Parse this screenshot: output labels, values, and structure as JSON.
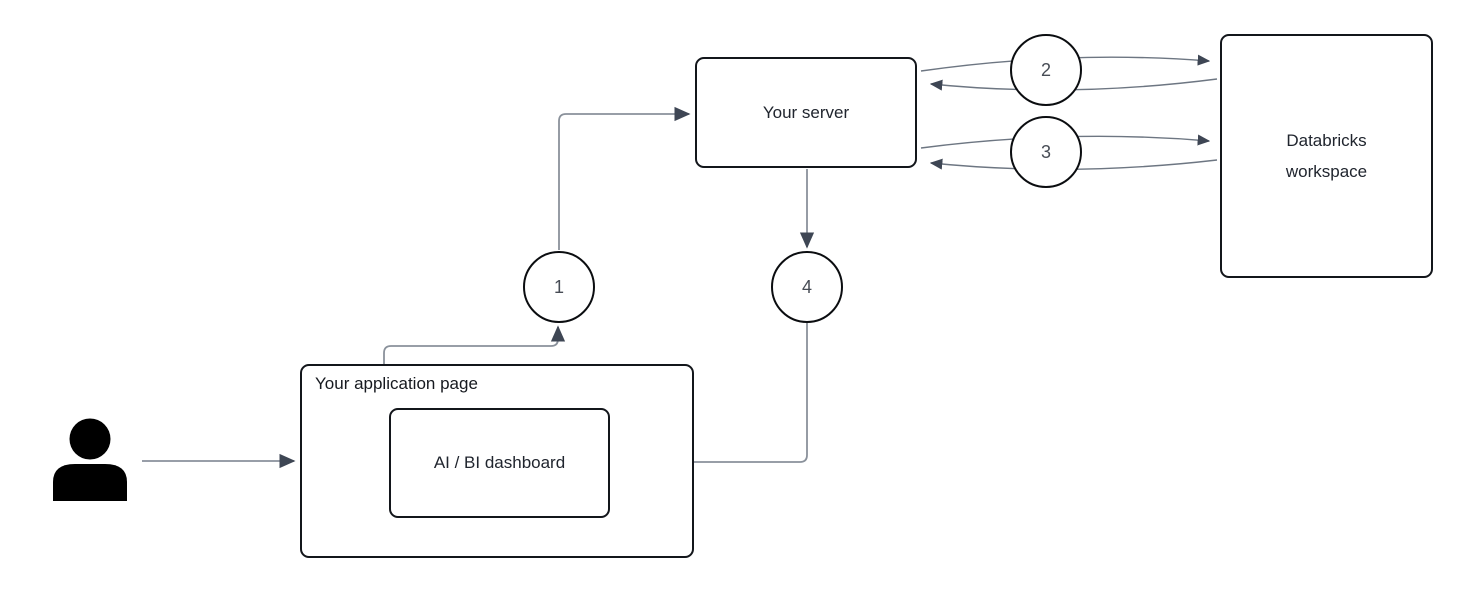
{
  "diagram": {
    "nodes": {
      "user": {
        "icon": "user-icon"
      },
      "application_page": {
        "label": "Your application page"
      },
      "dashboard": {
        "label": "AI / BI dashboard"
      },
      "server": {
        "label": "Your server"
      },
      "databricks": {
        "label": "Databricks workspace"
      }
    },
    "steps": [
      {
        "number": "1"
      },
      {
        "number": "2"
      },
      {
        "number": "3"
      },
      {
        "number": "4"
      }
    ],
    "edges": [
      {
        "from": "user",
        "to": "application_page",
        "direction": "one-way"
      },
      {
        "from": "application_page",
        "to": "server",
        "via_step": "1",
        "direction": "one-way"
      },
      {
        "from": "server",
        "to": "databricks",
        "via_step": "2",
        "direction": "two-way"
      },
      {
        "from": "server",
        "to": "databricks",
        "via_step": "3",
        "direction": "two-way"
      },
      {
        "from": "server",
        "to": "dashboard",
        "via_step": "4",
        "direction": "one-way"
      }
    ],
    "colors": {
      "background": "#ffffff",
      "box_border": "#13161b",
      "box_text": "#20252e",
      "line": "#8a919b",
      "arc_line": "#6d7682",
      "arrowhead": "#3e4654",
      "user_icon": "#000000"
    }
  }
}
